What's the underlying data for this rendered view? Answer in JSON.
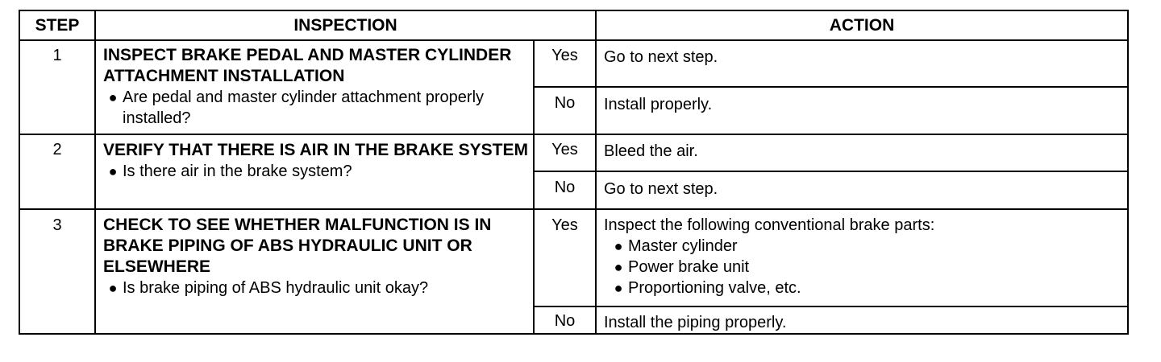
{
  "header": {
    "step": "STEP",
    "inspection": "INSPECTION",
    "action": "ACTION"
  },
  "answers": {
    "yes": "Yes",
    "no": "No"
  },
  "steps": [
    {
      "number": "1",
      "title": "INSPECT BRAKE PEDAL AND MASTER CYLINDER ATTACHMENT INSTALLATION",
      "question": "Are pedal and master cylinder attachment properly installed?",
      "yes_action": "Go to next step.",
      "no_action": "Install properly."
    },
    {
      "number": "2",
      "title": "VERIFY THAT THERE IS AIR IN THE BRAKE SYSTEM",
      "question": "Is there air in the brake system?",
      "yes_action": "Bleed the air.",
      "no_action": "Go to next step."
    },
    {
      "number": "3",
      "title": "CHECK TO SEE WHETHER MALFUNCTION IS IN BRAKE PIPING OF ABS HYDRAULIC UNIT OR ELSEWHERE",
      "question": "Is brake piping of ABS hydraulic unit okay?",
      "yes_action": "Inspect the following conventional brake parts:",
      "yes_action_items": [
        "Master cylinder",
        "Power brake unit",
        "Proportioning valve, etc."
      ],
      "no_action": "Install the piping properly."
    }
  ]
}
